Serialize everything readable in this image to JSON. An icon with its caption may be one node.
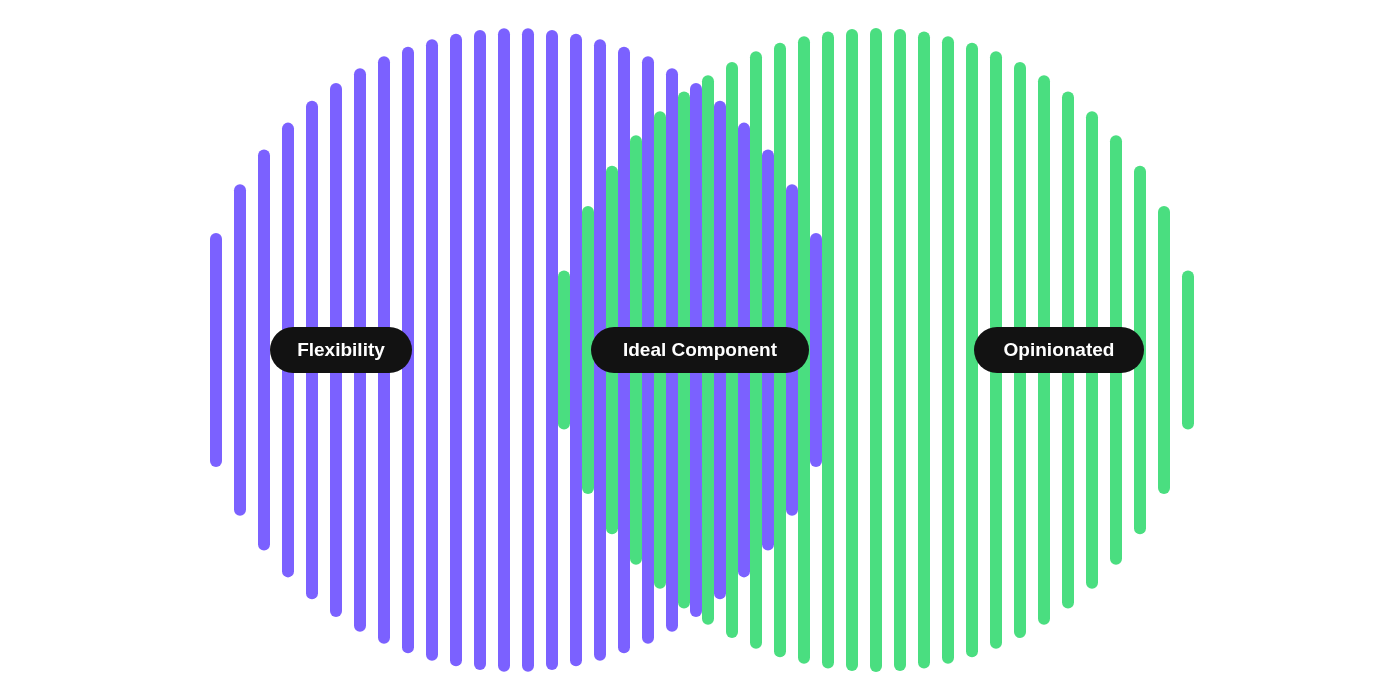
{
  "diagram": {
    "nodes": [
      {
        "text": [
          "Flexibility"
        ]
      },
      {
        "text": [
          "Ideal Component"
        ]
      },
      {
        "text": [
          "Opinionated"
        ]
      }
    ]
  }
}
